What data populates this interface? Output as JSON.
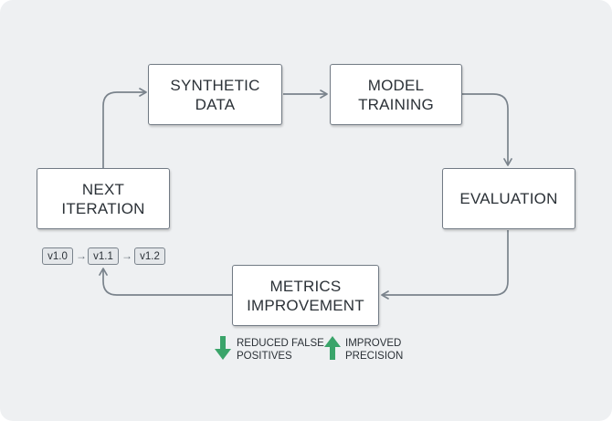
{
  "nodes": {
    "synthetic_data": "SYNTHETIC\nDATA",
    "model_training": "MODEL\nTRAINING",
    "evaluation": "EVALUATION",
    "metrics_improvement": "METRICS\nIMPROVEMENT",
    "next_iteration": "NEXT\nITERATION"
  },
  "versions": [
    "v1.0",
    "v1.1",
    "v1.2"
  ],
  "metrics_notes": {
    "reduced": "REDUCED FALSE\nPOSITIVES",
    "improved": "IMPROVED\nPRECISION"
  },
  "colors": {
    "background": "#eef0f2",
    "border": "#717a84",
    "connector": "#7a838c",
    "metric_arrow": "#3aa46a"
  },
  "icons": {
    "down": "arrow-down-icon",
    "up": "arrow-up-icon"
  }
}
